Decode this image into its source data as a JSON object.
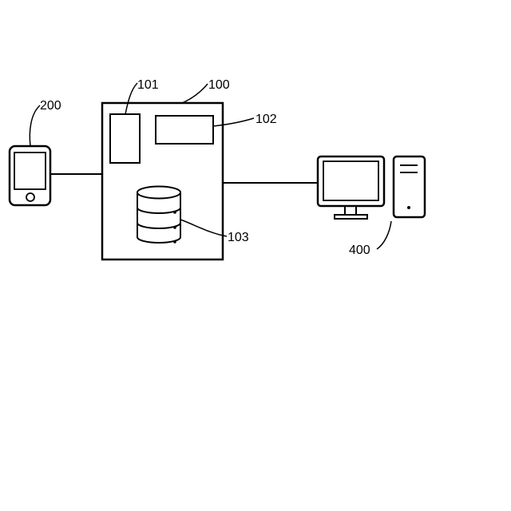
{
  "labels": {
    "server": "100",
    "server_processor": "101",
    "server_memory": "102",
    "server_storage": "103",
    "mobile_terminal": "200",
    "desktop_computer": "400"
  },
  "colors": {
    "line": "#000000",
    "background": "#ffffff"
  },
  "icons": {
    "mobile_terminal": "smartphone-icon",
    "server_storage": "database-icon",
    "desktop_monitor": "monitor-icon",
    "desktop_tower": "pc-tower-icon"
  }
}
